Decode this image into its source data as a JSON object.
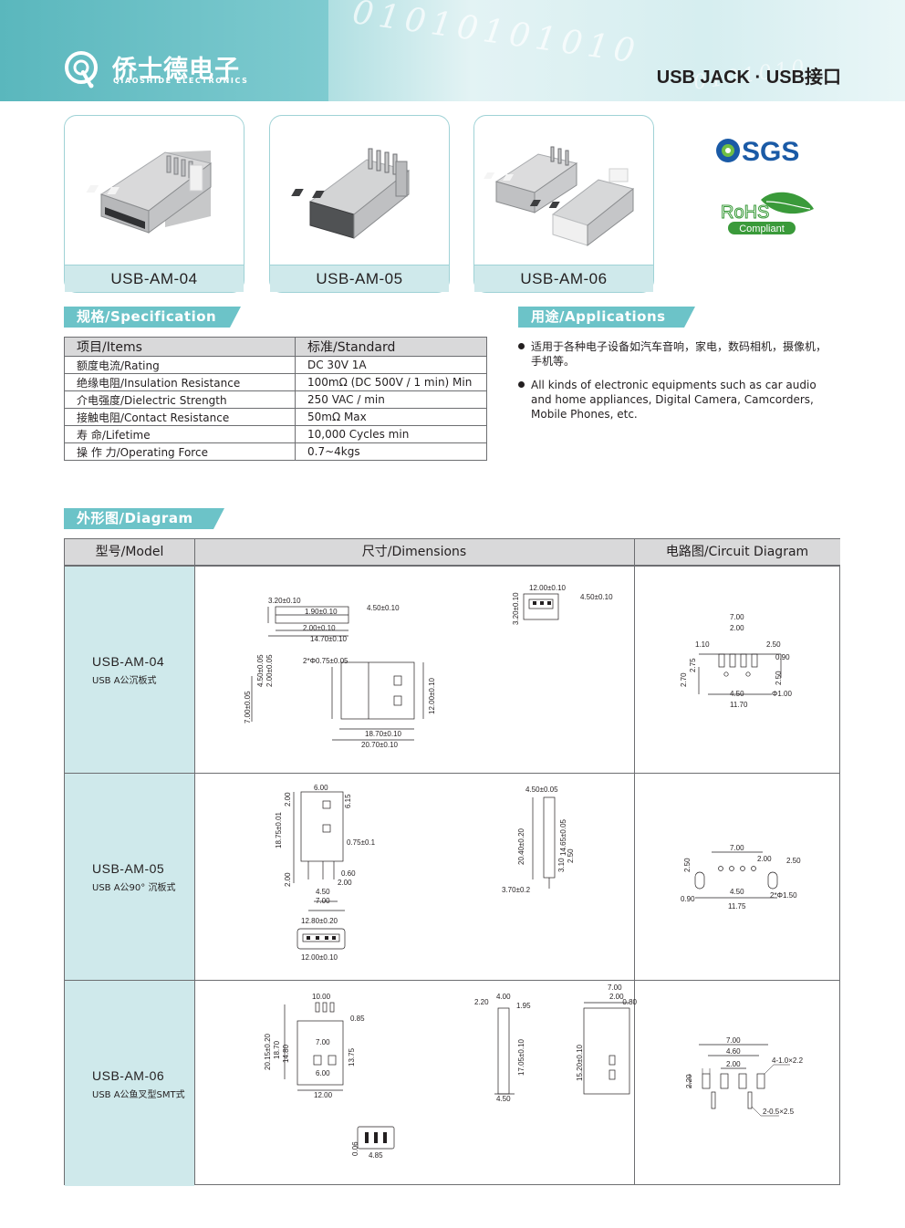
{
  "header": {
    "company_cn": "侨士德电子",
    "company_en": "QIAOSHIDE ELECTRONICS",
    "title": "USB JACK · USB接口",
    "decor_bits_a": "01010101010",
    "decor_bits_b": "0101010"
  },
  "products": [
    {
      "label": "USB-AM-04"
    },
    {
      "label": "USB-AM-05"
    },
    {
      "label": "USB-AM-06"
    }
  ],
  "certs": {
    "sgs": "SGS",
    "rohs": "RoHS",
    "rohs_sub": "Compliant"
  },
  "specification": {
    "heading": "规格/Specification",
    "columns": [
      "项目/Items",
      "标准/Standard"
    ],
    "rows": [
      [
        "额度电流/Rating",
        "DC  30V  1A"
      ],
      [
        "绝缘电阻/Insulation Resistance",
        "100mΩ (DC 500V / 1 min) Min"
      ],
      [
        "介电强度/Dielectric Strength",
        "250 VAC / min"
      ],
      [
        "接触电阻/Contact Resistance",
        "50mΩ Max"
      ],
      [
        "寿       命/Lifetime",
        "10,000 Cycles min"
      ],
      [
        "操  作  力/Operating Force",
        "0.7~4kgs"
      ]
    ]
  },
  "applications": {
    "heading": "用途/Applications",
    "items": [
      "适用于各种电子设备如汽车音响，家电，数码相机，摄像机，手机等。",
      "All kinds of electronic equipments such as car audio and home appliances, Digital Camera, Camcorders, Mobile Phones, etc."
    ]
  },
  "diagram": {
    "heading": "外形图/Diagram",
    "columns": [
      "型号/Model",
      "尺寸/Dimensions",
      "电路图/Circuit Diagram"
    ],
    "rows": [
      {
        "model": "USB-AM-04",
        "desc": "USB A公沉板式",
        "dims": {
          "a": "3.20±0.10",
          "b": "1.90±0.10",
          "c": "4.50±0.10",
          "d": "2.00±0.10",
          "e": "14.70±0.10",
          "f": "12.00±0.10",
          "g": "4.50±0.10",
          "h": "3.20±0.10",
          "i": "4.50±0.05",
          "j": "2.00±0.05",
          "k": "2*Φ0.75±0.05",
          "l": "7.00±0.05",
          "m": "12.00±0.10",
          "n": "18.70±0.10",
          "o": "20.70±0.10"
        },
        "circuit": {
          "a": "7.00",
          "b": "2.00",
          "c": "1.10",
          "d": "2.50",
          "e": "0.90",
          "f": "2.75",
          "g": "2.70",
          "h": "2.50",
          "i": "4.50",
          "j": "Φ1.00",
          "k": "11.70"
        }
      },
      {
        "model": "USB-AM-05",
        "desc": "USB A公90° 沉板式",
        "dims": {
          "a": "6.00",
          "b": "2.00",
          "c": "6.15",
          "d": "18.75±0.01",
          "e": "0.75±0.1",
          "f": "2.00",
          "g": "0.60",
          "h": "2.00",
          "i": "4.50",
          "j": "7.00",
          "k": "4.50±0.05",
          "l": "20.40±0.20",
          "m": "14.65±0.05",
          "n": "3.10",
          "o": "2.50",
          "p": "3.70±0.2",
          "q": "12.80±0.20",
          "r": "12.00±0.10"
        },
        "circuit": {
          "a": "7.00",
          "b": "2.00",
          "c": "2.50",
          "d": "2.50",
          "e": "0.90",
          "f": "4.50",
          "g": "2*Φ1.50",
          "h": "11.75"
        }
      },
      {
        "model": "USB-AM-06",
        "desc": "USB A公鱼叉型SMT式",
        "dims": {
          "a": "10.00",
          "b": "0.85",
          "c": "20.15±0.20",
          "d": "18.70",
          "e": "14.80",
          "f": "7.00",
          "g": "6.00",
          "h": "13.75",
          "i": "12.00",
          "j": "4.00",
          "k": "2.20",
          "l": "1.95",
          "m": "17.05±0.10",
          "n": "4.50",
          "o": "7.00",
          "p": "2.00",
          "q": "0.80",
          "r": "15.20±0.10",
          "s": "0.06",
          "t": "4.85"
        },
        "circuit": {
          "a": "7.00",
          "b": "4.60",
          "c": "2.00",
          "d": "4-1.0×2.2",
          "e": "2.20",
          "f": "2-0.5×2.5"
        }
      }
    ]
  },
  "colors": {
    "accent": "#6cc3c8",
    "cell": "#cfe9eb",
    "header_gray": "#d9d9da",
    "sgs_blue": "#1a5aa6",
    "rohs_green": "#3a9a3a"
  }
}
